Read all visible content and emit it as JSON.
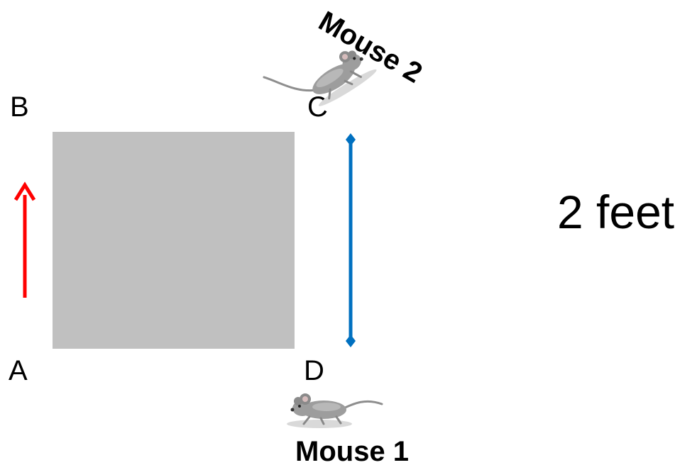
{
  "square": {
    "fill": "#c0c0c0"
  },
  "corners": {
    "a": "A",
    "b": "B",
    "c": "C",
    "d": "D"
  },
  "arrow": {
    "color": "#ff0000",
    "direction": "up"
  },
  "measure": {
    "color": "#0070c0",
    "label": "2 feet"
  },
  "mice": {
    "mouse1": {
      "label": "Mouse 1",
      "icon": "mouse-icon"
    },
    "mouse2": {
      "label": "Mouse 2",
      "icon": "mouse-icon"
    }
  }
}
